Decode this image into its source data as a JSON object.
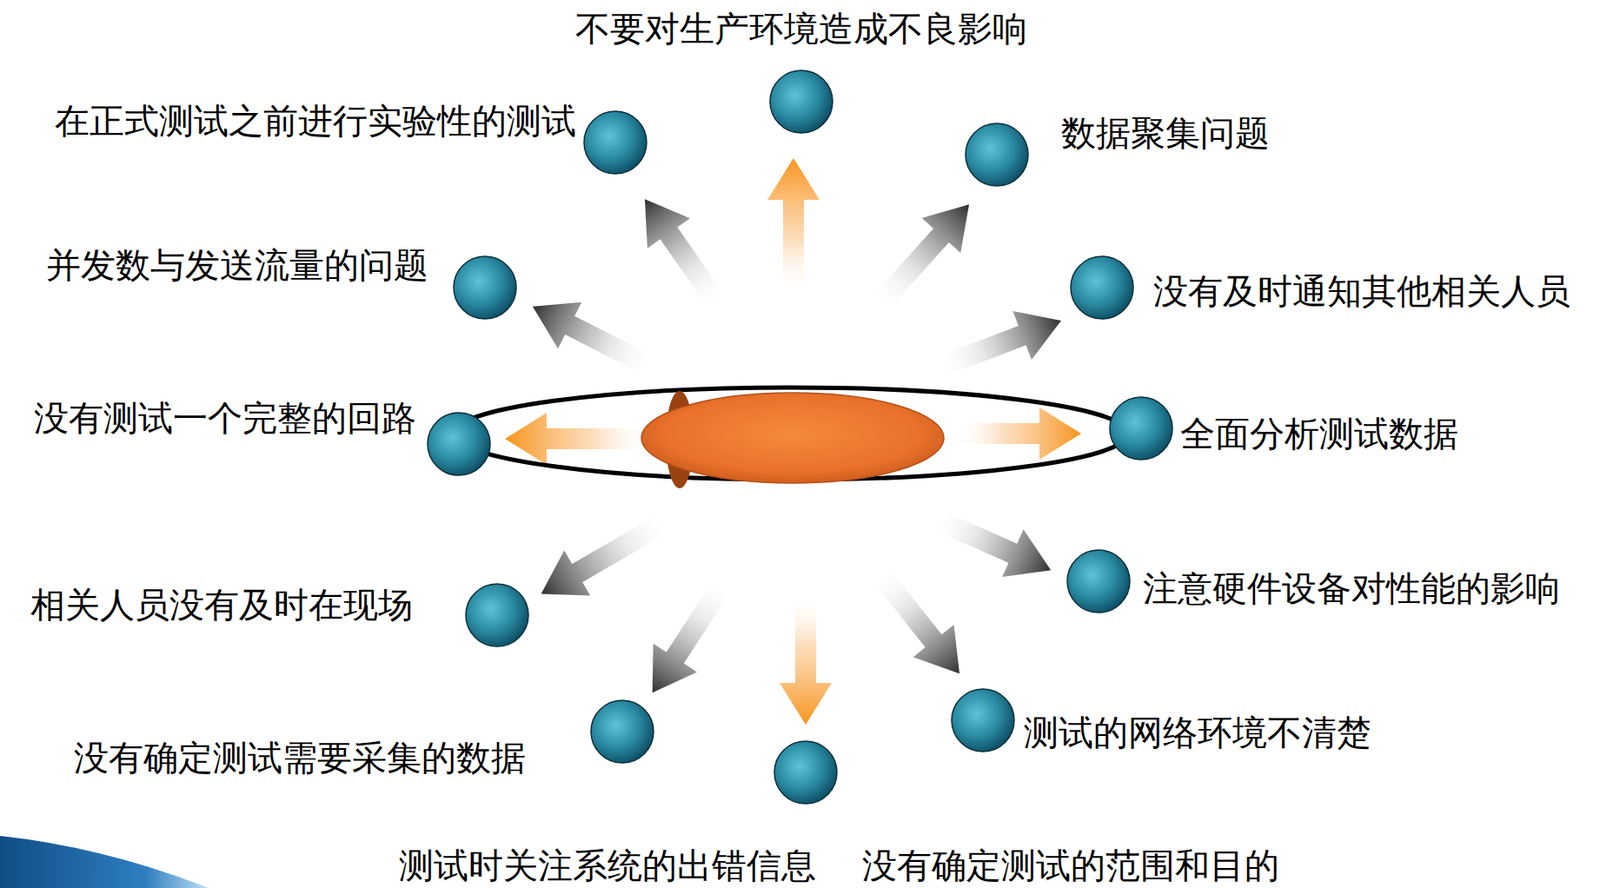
{
  "diagram": {
    "nodes": [
      {
        "text": [
          "不要对生产环境造成不良影响"
        ]
      },
      {
        "text": [
          "在正式测试之前进行实验性的测试"
        ]
      },
      {
        "text": [
          "数据聚集问题"
        ]
      },
      {
        "text": [
          "并发数与发送流量的问题"
        ]
      },
      {
        "text": [
          "没有及时通知其他相关人员"
        ]
      },
      {
        "text": [
          "没有测试一个完整的回路"
        ]
      },
      {
        "text": [
          "全面分析测试数据"
        ]
      },
      {
        "text": [
          "相关人员没有及时在现场"
        ]
      },
      {
        "text": [
          "注意硬件设备对性能的影响"
        ]
      },
      {
        "text": [
          "没有确定测试需要采集的数据"
        ]
      },
      {
        "text": [
          "测试的网络环境不清楚"
        ]
      },
      {
        "text": [
          "测试时关注系统的出错信息"
        ]
      }
    ],
    "labels": [
      "没有确定测试的范围和目的"
    ]
  }
}
